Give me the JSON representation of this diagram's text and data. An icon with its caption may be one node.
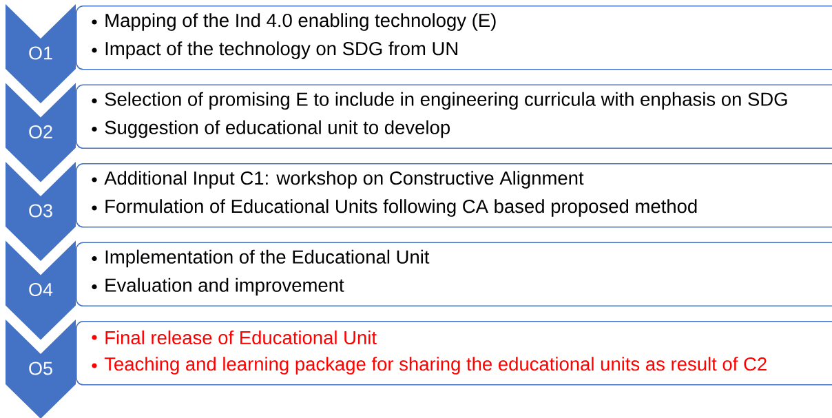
{
  "diagram": {
    "nodes": [
      {
        "text": [
          "O1"
        ]
      },
      {
        "text": [
          "Mapping of the Ind 4.0 enabling technology (E)",
          "Impact of the technology on SDG from UN"
        ]
      },
      {
        "text": [
          "O2"
        ]
      },
      {
        "text": [
          "Selection of promising E to include in engineering curricula with enphasis on SDG",
          "Suggestion of educational unit to develop"
        ]
      },
      {
        "text": [
          "O3"
        ]
      },
      {
        "text": [
          "Additional Input C1: workshop on Constructive Alignment",
          "Formulation of  Educational Units following CA based proposed method"
        ]
      },
      {
        "text": [
          "O4"
        ]
      },
      {
        "text": [
          "Implementation of the Educational Unit",
          "Evaluation and improvement"
        ]
      },
      {
        "text": [
          "O5"
        ]
      },
      {
        "text": [
          "Final release of Educational Unit",
          "Teaching and learning package for sharing the educational units as result of C2"
        ]
      }
    ]
  }
}
